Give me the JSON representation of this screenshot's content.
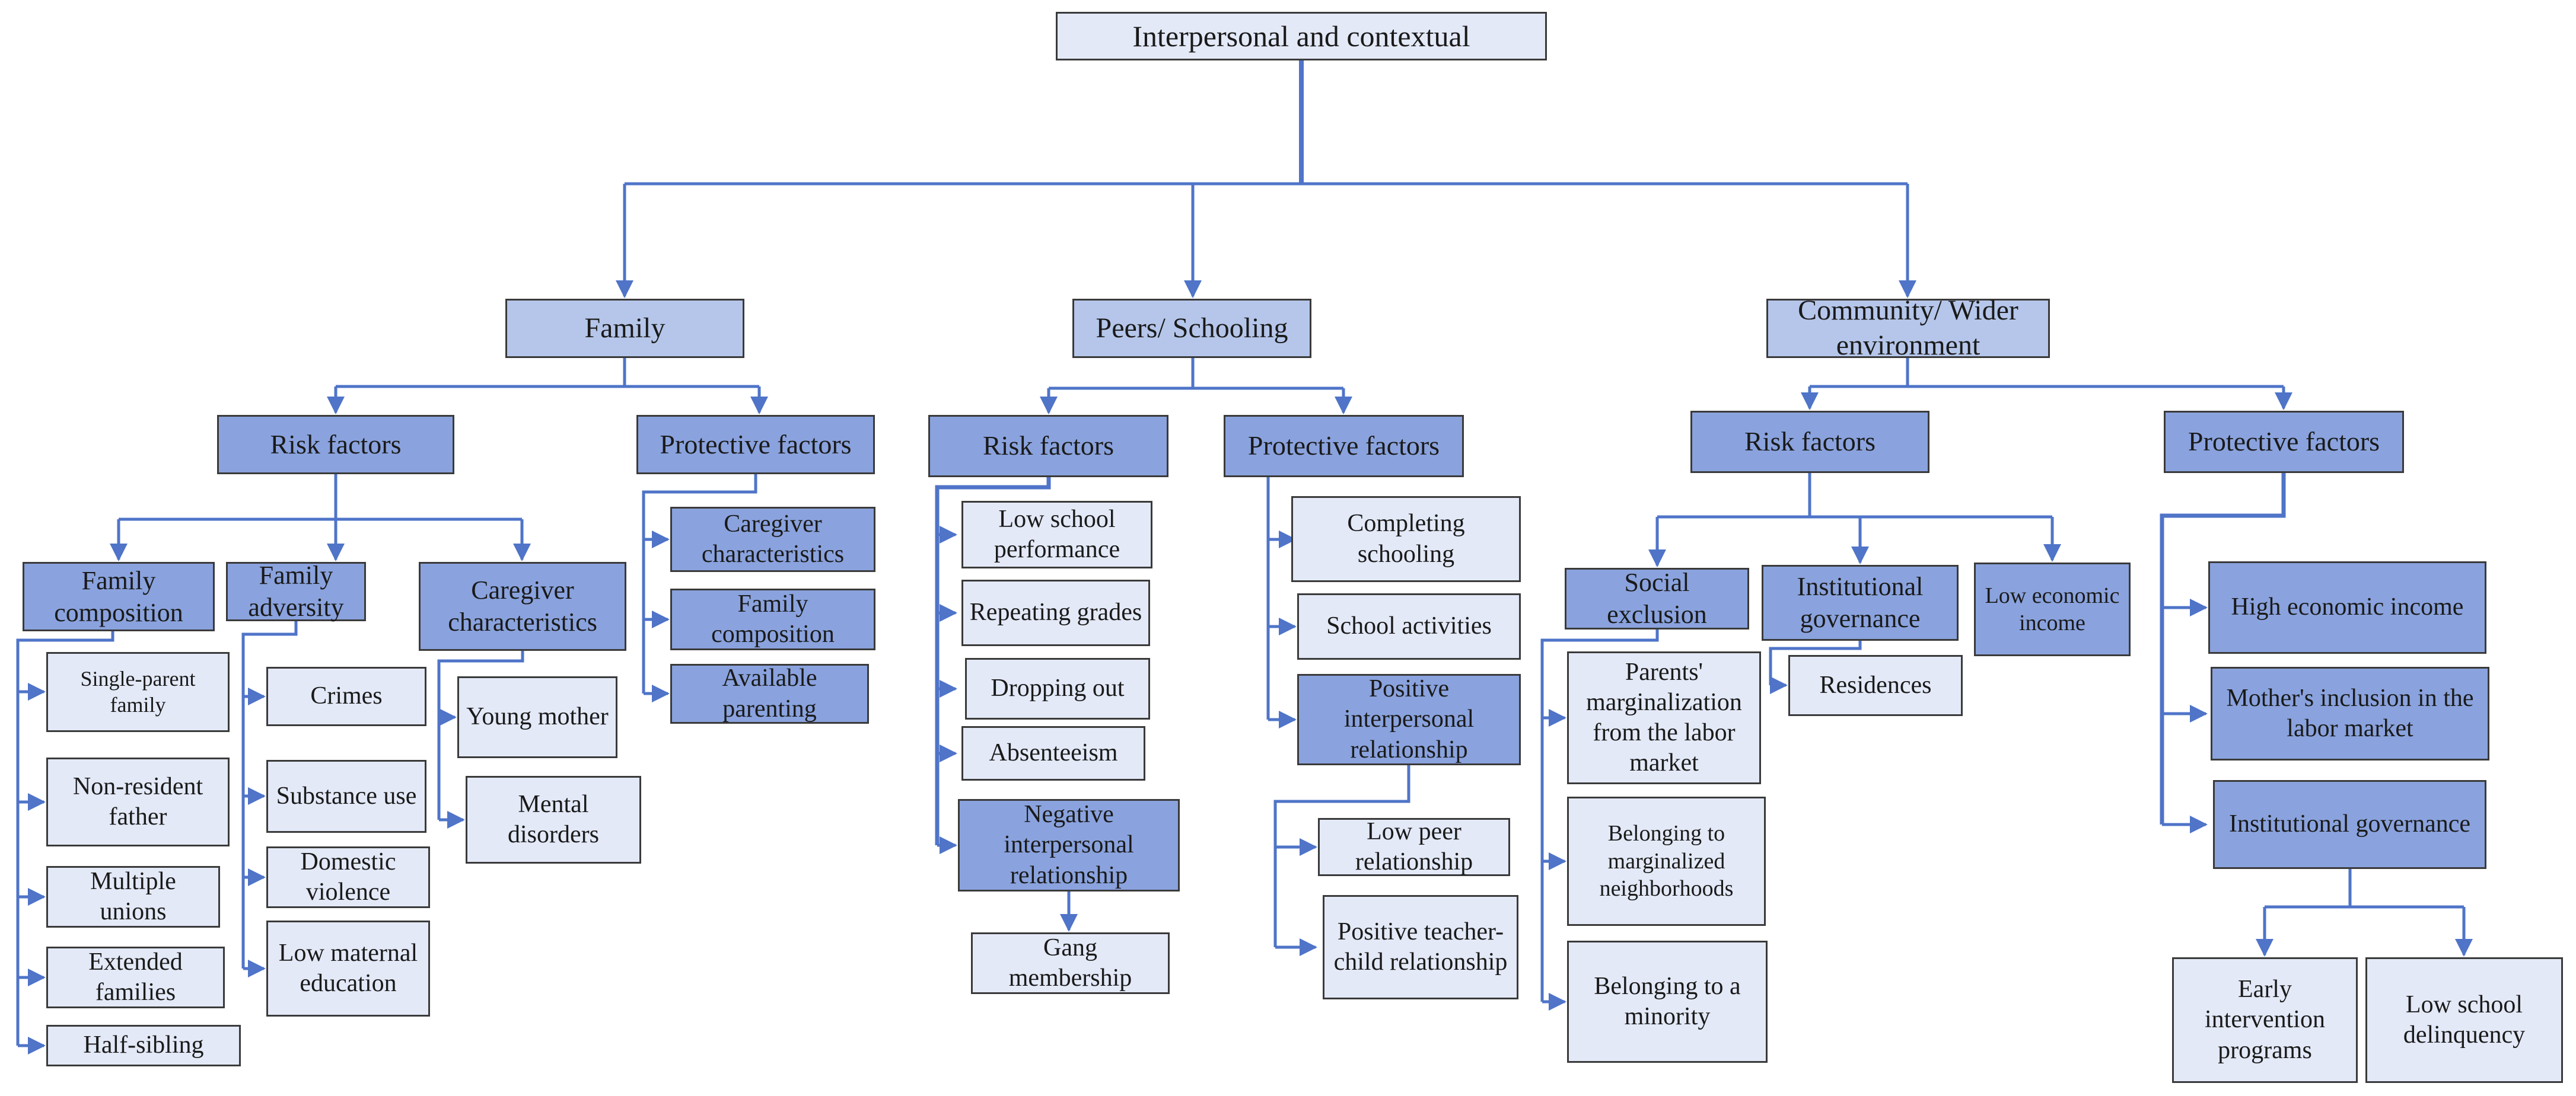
{
  "colors": {
    "connector": "#4f74c8",
    "box_light": "#e3e9f7",
    "box_mid": "#b5c6ea",
    "box_dark": "#8aa3de",
    "border": "#3a3a3a"
  },
  "root": {
    "label": "Interpersonal and contextual"
  },
  "family": {
    "label": "Family",
    "risk": {
      "label": "Risk factors",
      "composition": {
        "label": "Family composition",
        "items": [
          "Single-parent family",
          "Non-resident father",
          "Multiple unions",
          "Extended families",
          "Half-sibling"
        ]
      },
      "adversity": {
        "label": "Family adversity",
        "items": [
          "Crimes",
          "Substance use",
          "Domestic violence",
          "Low maternal education"
        ]
      },
      "caregiver": {
        "label": "Caregiver characteristics",
        "items": [
          "Young mother",
          "Mental disorders"
        ]
      }
    },
    "protective": {
      "label": "Protective factors",
      "items": [
        "Caregiver characteristics",
        "Family composition",
        "Available parenting"
      ]
    }
  },
  "peers": {
    "label": "Peers/ Schooling",
    "risk": {
      "label": "Risk factors",
      "items": [
        "Low school performance",
        "Repeating grades",
        "Dropping out",
        "Absenteeism",
        "Negative interpersonal relationship"
      ],
      "gang": "Gang membership"
    },
    "protective": {
      "label": "Protective factors",
      "items": [
        "Completing schooling",
        "School activities",
        "Positive interpersonal relationship"
      ],
      "sub_items": [
        "Low peer relationship",
        "Positive teacher-child relationship"
      ]
    }
  },
  "community": {
    "label": "Community/ Wider environment",
    "risk": {
      "label": "Risk factors",
      "social_exclusion": {
        "label": "Social exclusion",
        "items": [
          "Parents' marginalization from the labor market",
          "Belonging to marginalized neighborhoods",
          "Belonging to a minority"
        ]
      },
      "institutional": {
        "label": "Institutional governance",
        "items": [
          "Residences"
        ]
      },
      "low_income": {
        "label": "Low economic income"
      }
    },
    "protective": {
      "label": "Protective factors",
      "items": [
        "High economic income",
        "Mother's inclusion in the labor market",
        "Institutional governance"
      ],
      "sub_items": [
        "Early intervention programs",
        "Low school delinquency"
      ]
    }
  }
}
